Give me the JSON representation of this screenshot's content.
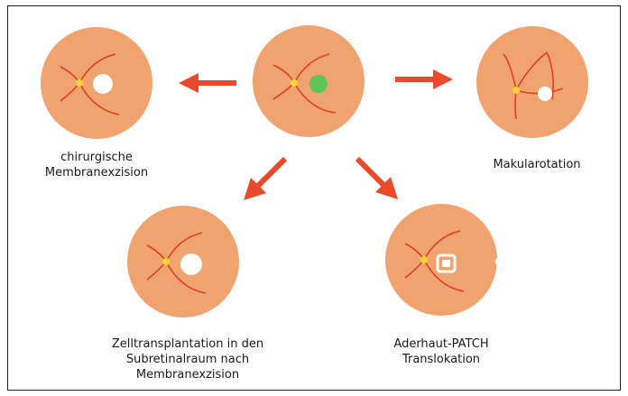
{
  "colors": {
    "fundus": "#f0a36e",
    "vessel": "#e0401f",
    "optic_disc": "#f5d23a",
    "lesion": "#5cc45a",
    "hole": "#ffffff",
    "arrow": "#ea4a2c",
    "frame": "#222222"
  },
  "labels": {
    "membrane_excision": [
      "chirurgische",
      "Membranexzision"
    ],
    "macular_rotation": [
      "Makularotation"
    ],
    "cell_transplant": [
      "Zelltransplantation in den",
      "Subretinalraum nach",
      "Membranexzision"
    ],
    "patch": [
      "Aderhaut-PATCH",
      "Translokation"
    ]
  }
}
